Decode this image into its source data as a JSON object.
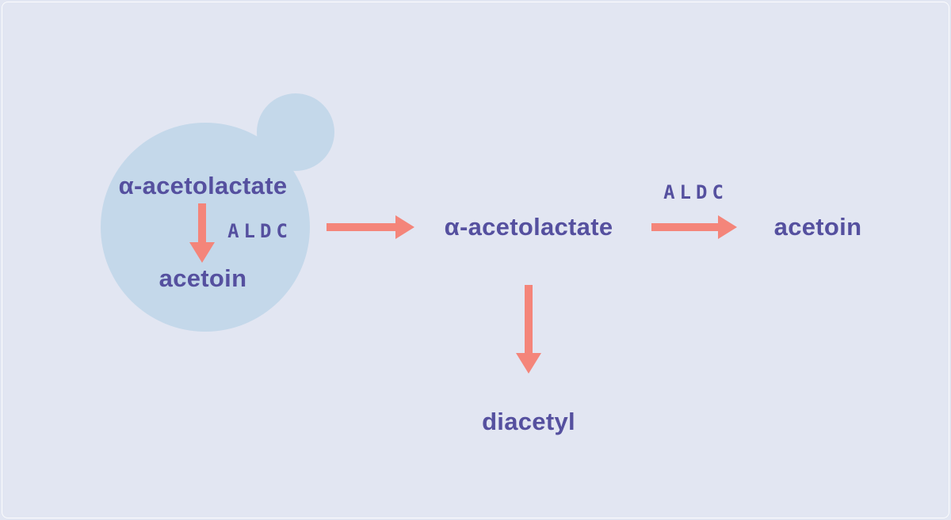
{
  "colors": {
    "background": "#E2E6F2",
    "cell_fill": "#C4D8EA",
    "arrow": "#F4857A",
    "text": "#55509F"
  },
  "cell": {
    "substrate": "α-acetolactate",
    "enzyme": "ALDC",
    "product": "acetoin"
  },
  "external": {
    "substrate": "α-acetolactate",
    "enzyme": "ALDC",
    "product": "acetoin",
    "byproduct": "diacetyl"
  }
}
